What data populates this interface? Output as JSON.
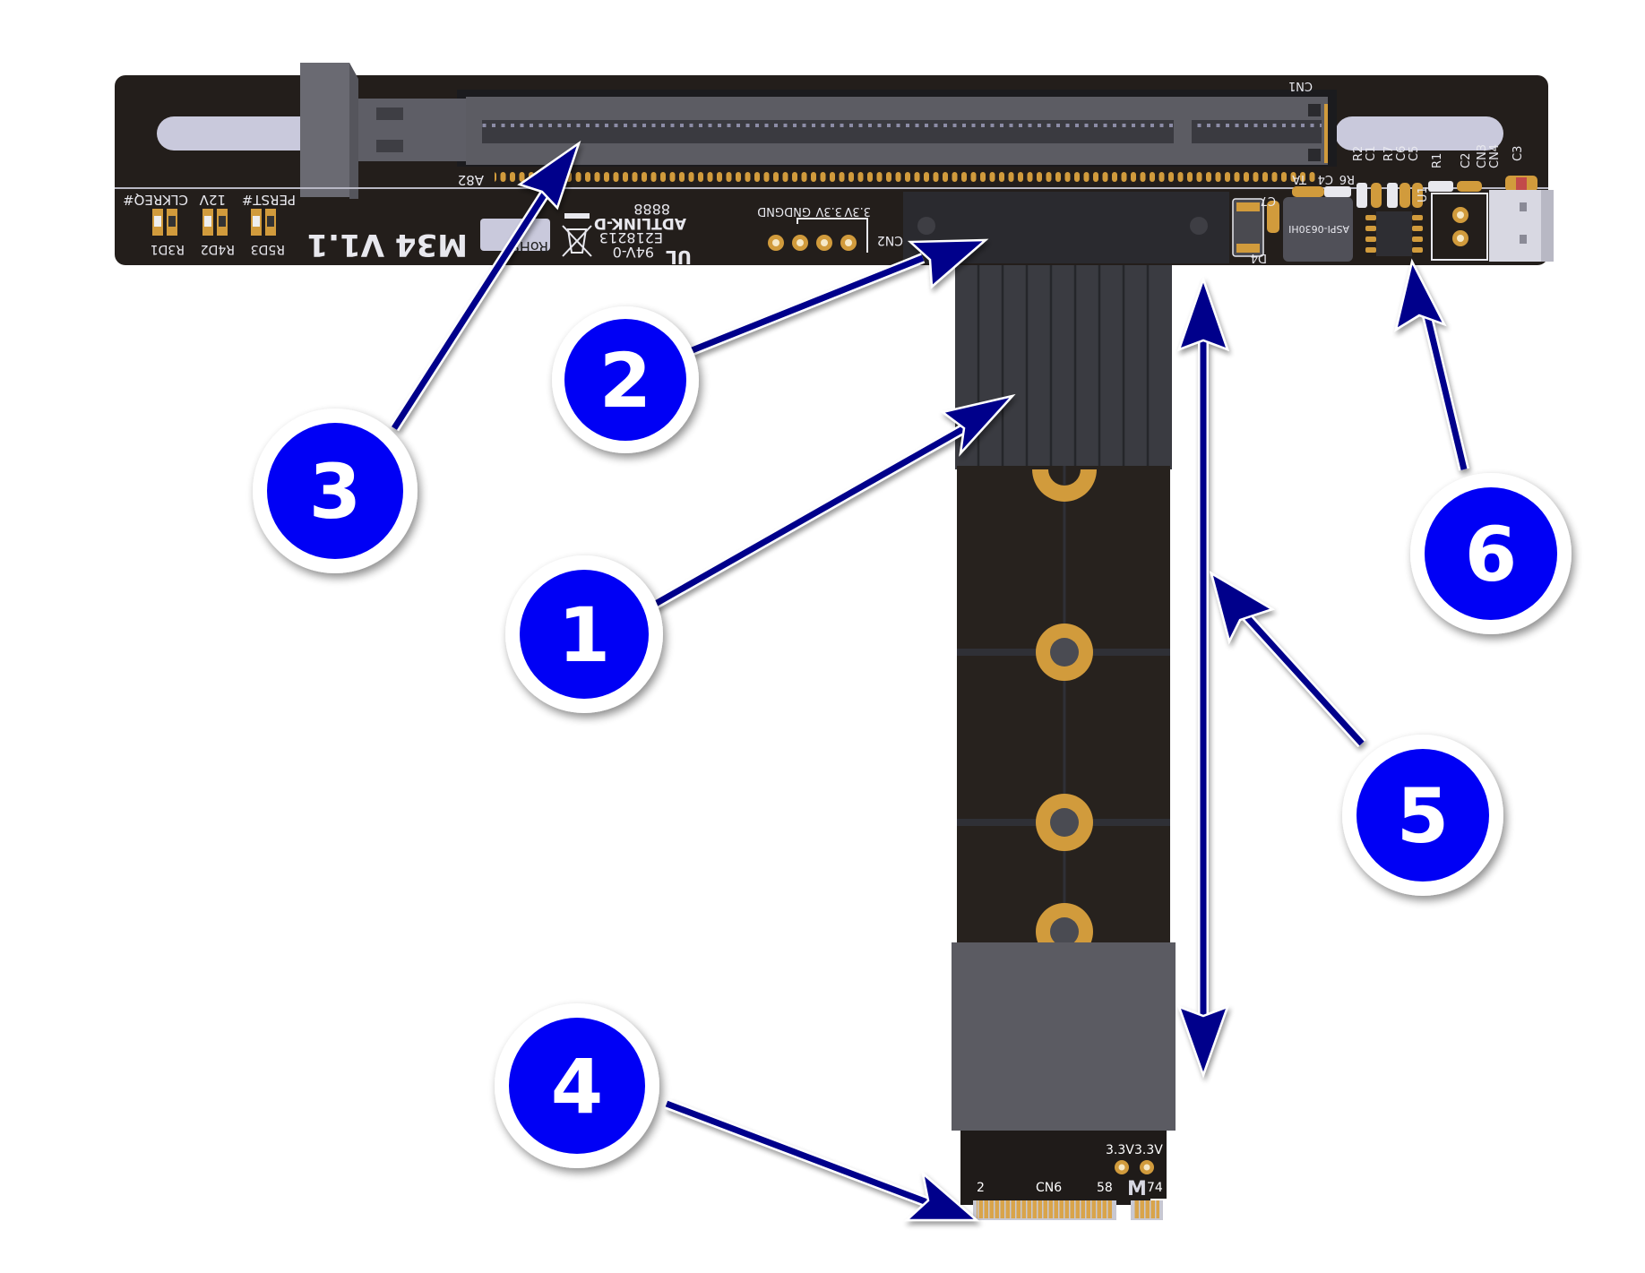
{
  "diagram": {
    "subject": "PCIe x16 to M.2 M-key riser extension",
    "colors": {
      "pcb": "#231e1b",
      "connector": "#5b5b62",
      "cable": "#3a3b41",
      "gold": "#d19b3c",
      "arrow": "#00008b",
      "badge_fill": "#0000f5",
      "badge_ring": "#ffffff",
      "slot_hole": "#c9c9dc"
    },
    "callouts": [
      {
        "number": "1",
        "target": "flat-ribbon-cable"
      },
      {
        "number": "2",
        "target": "cable-connector-block"
      },
      {
        "number": "3",
        "target": "pcie-x16-slot"
      },
      {
        "number": "4",
        "target": "m2-gold-fingers"
      },
      {
        "number": "5",
        "target": "cable-length"
      },
      {
        "number": "6",
        "target": "power-regulator-ic"
      }
    ]
  },
  "pcb_top": {
    "board_label": "M34 V1.1",
    "slot_pin_label": "A82",
    "slot_ref": "CN1",
    "led_labels": [
      "CLKREQ#",
      "12V",
      "PERST#"
    ],
    "led_refs": [
      "R3D1",
      "R4D2",
      "R5D3"
    ],
    "rohs_label": "RoHS",
    "brand": "ADTLINK-D",
    "cert_code": "E218213",
    "flammability": "94V-0",
    "date_code": "8888",
    "header_pins": [
      "3.3V",
      "3.3V",
      "GND",
      "GND"
    ],
    "header_ref": "CN2",
    "inductor_label": "ASPI-0630HI",
    "component_refs": [
      "C7",
      "D4",
      "L1",
      "TA",
      "C4",
      "R6",
      "R2",
      "C1",
      "R7",
      "C6",
      "C5",
      "U1",
      "R1",
      "C2",
      "CN3",
      "CN4",
      "C3"
    ]
  },
  "m2_card": {
    "connector_ref": "CN6",
    "pin_first": "2",
    "pin_key": "58",
    "key_type": "M",
    "pin_last": "74",
    "pad_labels": [
      "3.3V",
      "3.3V"
    ]
  }
}
